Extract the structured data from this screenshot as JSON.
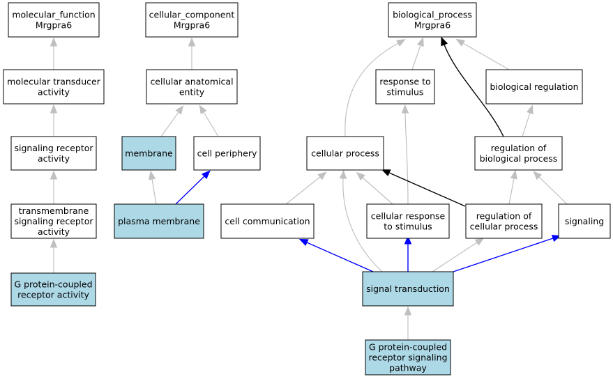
{
  "colors": {
    "highlight_fill": "#add8e6",
    "default_fill": "#ffffff",
    "border": "#000000",
    "edge_gray": "#c0c0c0",
    "edge_blue": "#0000ff",
    "edge_black": "#000000"
  },
  "nodes": [
    {
      "id": "mf",
      "lines": [
        "molecular_function",
        "Mrgpra6"
      ],
      "highlight": false
    },
    {
      "id": "mta",
      "lines": [
        "molecular transducer",
        "activity"
      ],
      "highlight": false
    },
    {
      "id": "sra",
      "lines": [
        "signaling receptor",
        "activity"
      ],
      "highlight": false
    },
    {
      "id": "tsra",
      "lines": [
        "transmembrane",
        "signaling receptor",
        "activity"
      ],
      "highlight": false
    },
    {
      "id": "gpcra",
      "lines": [
        "G protein-coupled",
        "receptor activity"
      ],
      "highlight": true
    },
    {
      "id": "cc",
      "lines": [
        "cellular_component",
        "Mrgpra6"
      ],
      "highlight": false
    },
    {
      "id": "cae",
      "lines": [
        "cellular anatomical",
        "entity"
      ],
      "highlight": false
    },
    {
      "id": "membrane",
      "lines": [
        "membrane"
      ],
      "highlight": true
    },
    {
      "id": "cellper",
      "lines": [
        "cell periphery"
      ],
      "highlight": false
    },
    {
      "id": "pm",
      "lines": [
        "plasma membrane"
      ],
      "highlight": true
    },
    {
      "id": "bp",
      "lines": [
        "biological_process",
        "Mrgpra6"
      ],
      "highlight": false
    },
    {
      "id": "rts",
      "lines": [
        "response to",
        "stimulus"
      ],
      "highlight": false
    },
    {
      "id": "breg",
      "lines": [
        "biological regulation"
      ],
      "highlight": false
    },
    {
      "id": "cproc",
      "lines": [
        "cellular process"
      ],
      "highlight": false
    },
    {
      "id": "rbp",
      "lines": [
        "regulation of",
        "biological process"
      ],
      "highlight": false
    },
    {
      "id": "ccomm",
      "lines": [
        "cell communication"
      ],
      "highlight": false
    },
    {
      "id": "crs",
      "lines": [
        "cellular response",
        "to stimulus"
      ],
      "highlight": false
    },
    {
      "id": "rcp",
      "lines": [
        "regulation of",
        "cellular process"
      ],
      "highlight": false
    },
    {
      "id": "signaling",
      "lines": [
        "signaling"
      ],
      "highlight": false
    },
    {
      "id": "st",
      "lines": [
        "signal transduction"
      ],
      "highlight": true
    },
    {
      "id": "gpcrsp",
      "lines": [
        "G protein-coupled",
        "receptor signaling",
        "pathway"
      ],
      "highlight": true
    }
  ],
  "edges": [
    {
      "from": "mta",
      "to": "mf",
      "type": "is_a"
    },
    {
      "from": "sra",
      "to": "mta",
      "type": "is_a"
    },
    {
      "from": "tsra",
      "to": "sra",
      "type": "is_a"
    },
    {
      "from": "gpcra",
      "to": "tsra",
      "type": "is_a"
    },
    {
      "from": "cae",
      "to": "cc",
      "type": "is_a"
    },
    {
      "from": "membrane",
      "to": "cae",
      "type": "is_a"
    },
    {
      "from": "cellper",
      "to": "cae",
      "type": "is_a"
    },
    {
      "from": "pm",
      "to": "membrane",
      "type": "is_a"
    },
    {
      "from": "pm",
      "to": "cellper",
      "type": "part_of"
    },
    {
      "from": "rts",
      "to": "bp",
      "type": "is_a"
    },
    {
      "from": "breg",
      "to": "bp",
      "type": "is_a"
    },
    {
      "from": "cproc",
      "to": "bp",
      "type": "is_a"
    },
    {
      "from": "rbp",
      "to": "bp",
      "type": "regulates"
    },
    {
      "from": "rbp",
      "to": "breg",
      "type": "is_a"
    },
    {
      "from": "ccomm",
      "to": "cproc",
      "type": "is_a"
    },
    {
      "from": "crs",
      "to": "cproc",
      "type": "is_a"
    },
    {
      "from": "crs",
      "to": "rts",
      "type": "is_a"
    },
    {
      "from": "rcp",
      "to": "cproc",
      "type": "regulates"
    },
    {
      "from": "rcp",
      "to": "rbp",
      "type": "is_a"
    },
    {
      "from": "signaling",
      "to": "rbp",
      "type": "is_a"
    },
    {
      "from": "st",
      "to": "ccomm",
      "type": "part_of"
    },
    {
      "from": "st",
      "to": "cproc",
      "type": "is_a"
    },
    {
      "from": "st",
      "to": "crs",
      "type": "part_of"
    },
    {
      "from": "st",
      "to": "rcp",
      "type": "is_a"
    },
    {
      "from": "st",
      "to": "signaling",
      "type": "part_of"
    },
    {
      "from": "gpcrsp",
      "to": "st",
      "type": "is_a"
    }
  ]
}
